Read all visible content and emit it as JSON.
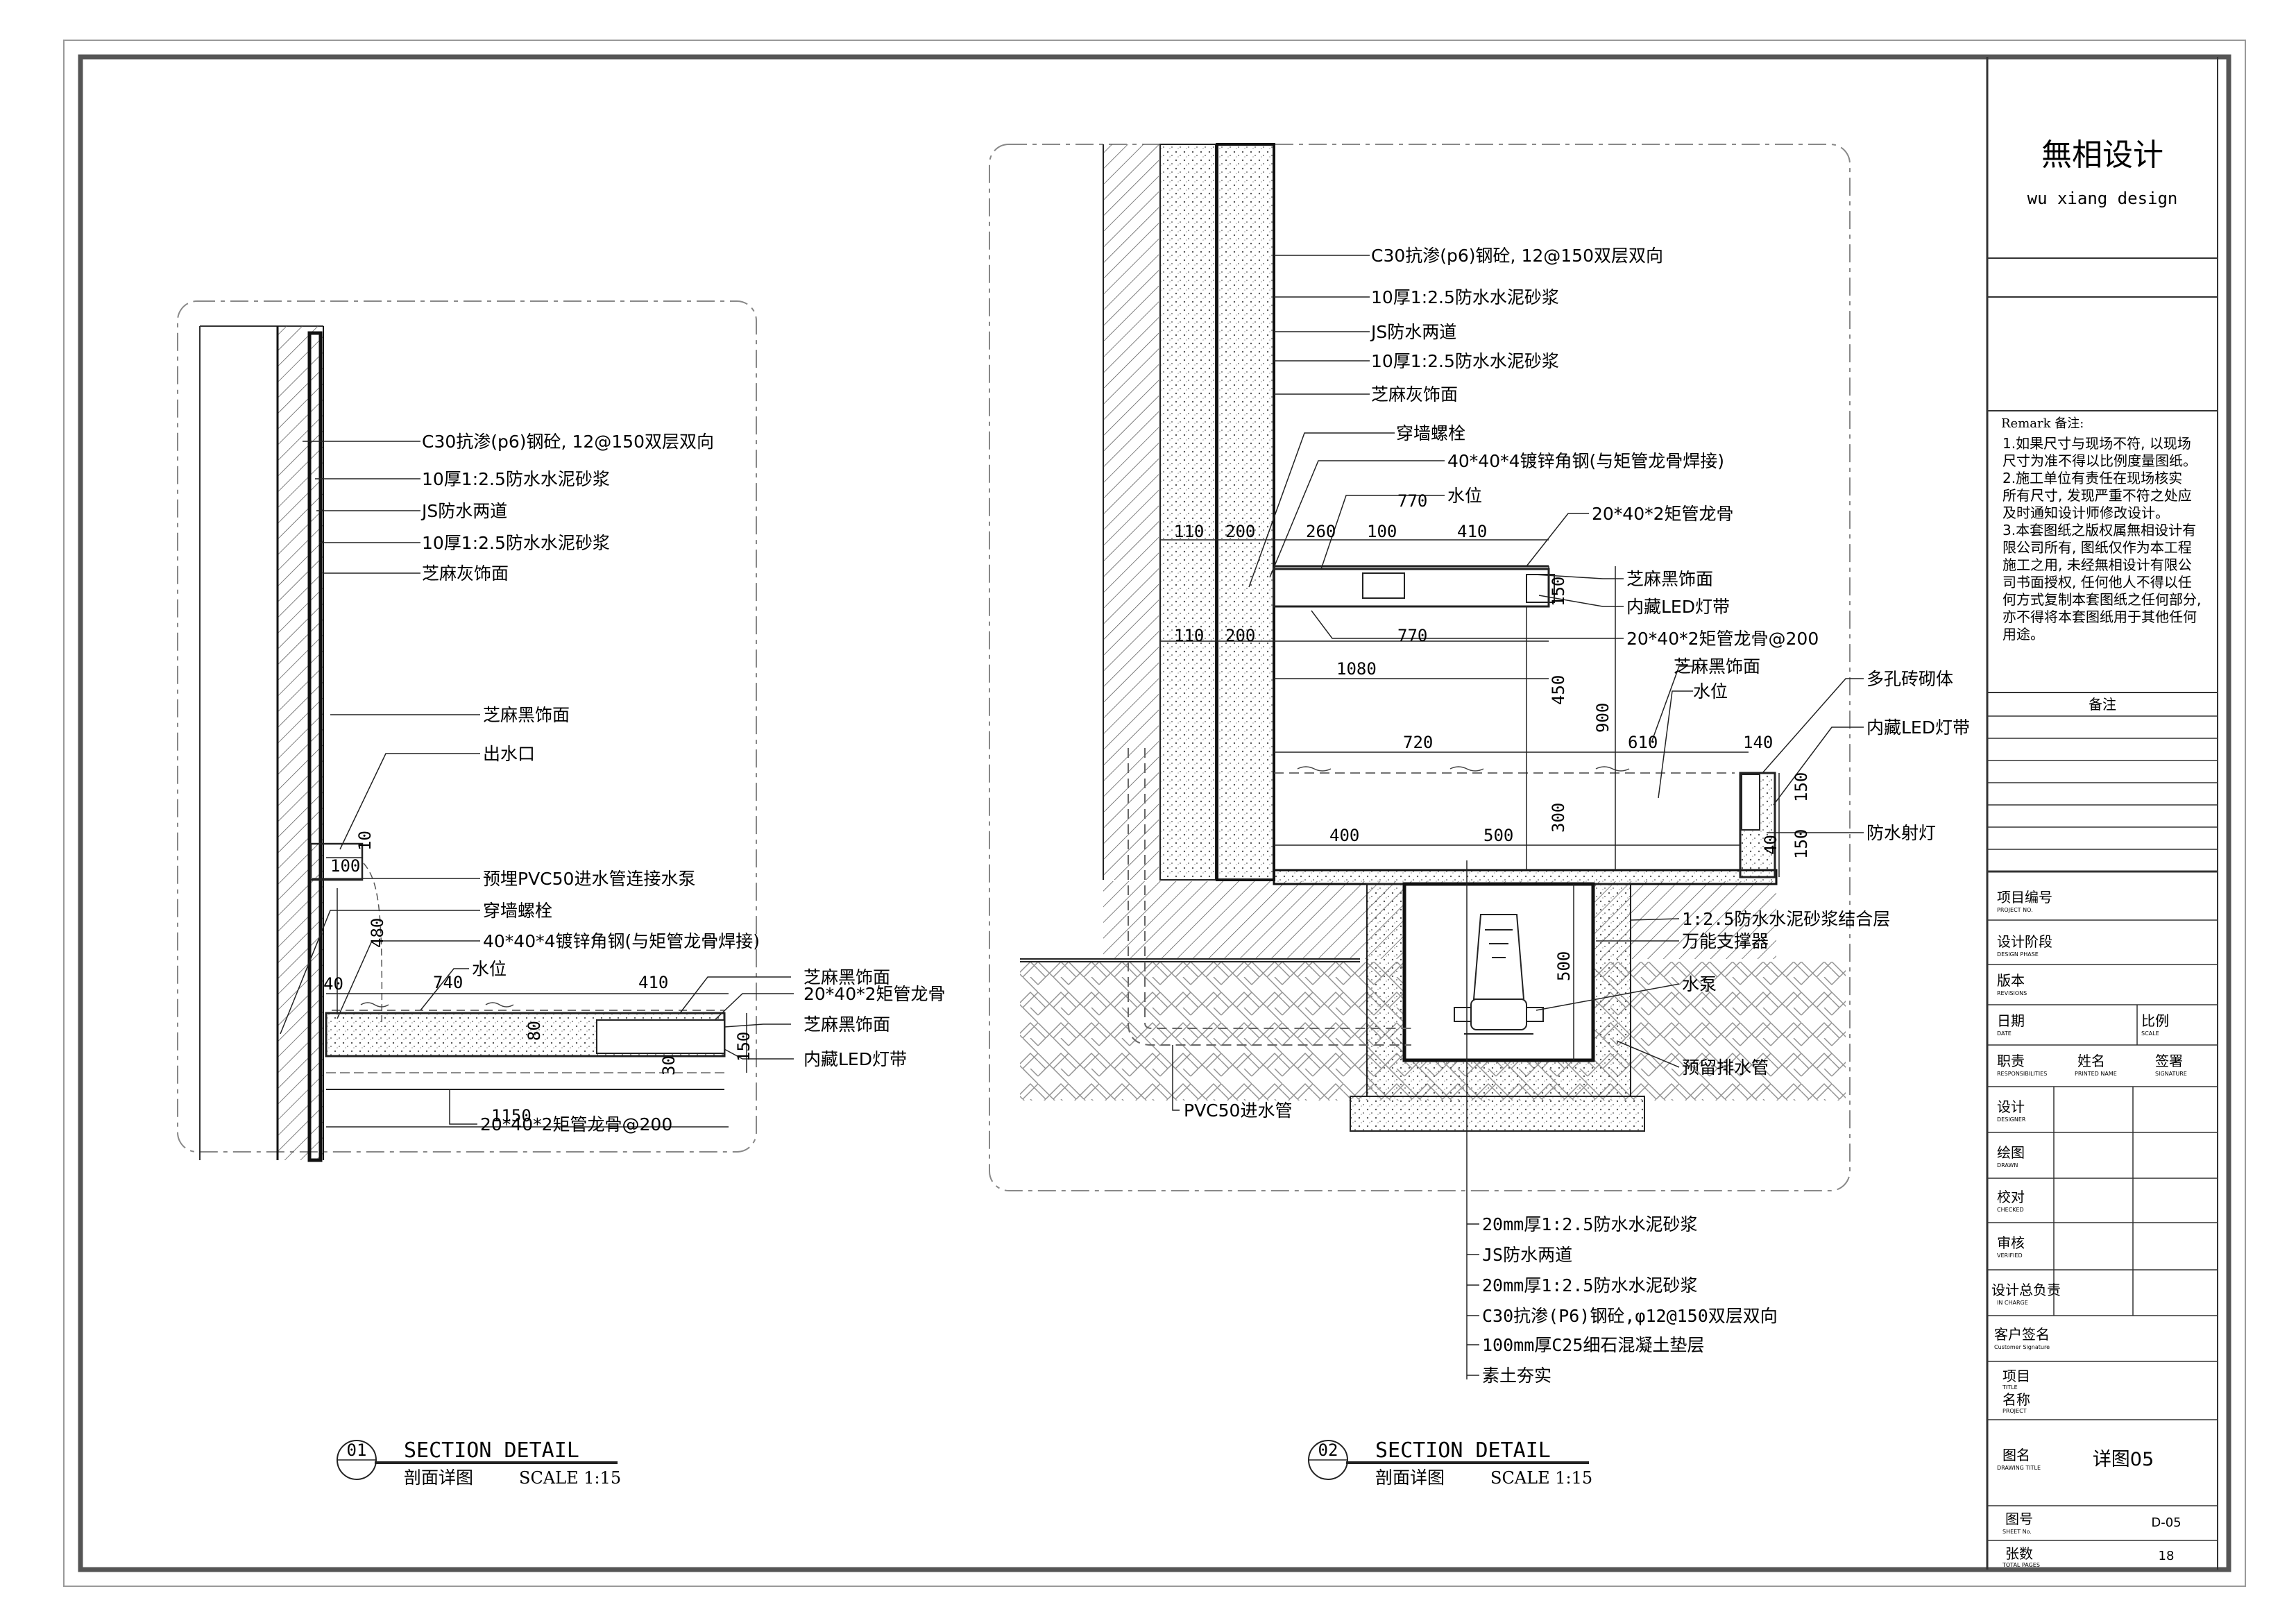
{
  "title_block": {
    "firm_name": "無相设计",
    "firm_name_en": "wu xiang design",
    "remark_title": "Remark  备注:",
    "remark_lines": [
      "1.如果尺寸与现场不符, 以现场",
      "尺寸为准不得以比例度量图纸。",
      "2.施工单位有责任在现场核实",
      "所有尺寸, 发现严重不符之处应",
      "及时通知设计师修改设计。",
      "3.本套图纸之版权属無相设计有",
      "限公司所有, 图纸仅作为本工程",
      "施工之用, 未经無相设计有限公",
      "司书面授权, 任何他人不得以任",
      "何方式复制本套图纸之任何部分,",
      "亦不得将本套图纸用于其他任何",
      "用途。"
    ],
    "notes_header": "备注",
    "project_no": {
      "cn": "项目编号",
      "en": "PROJECT NO."
    },
    "design_stage": {
      "cn": "设计阶段",
      "en": "DESIGN PHASE"
    },
    "revision": {
      "cn": "版本",
      "en": "REVISIONS"
    },
    "date": {
      "cn": "日期",
      "en": "DATE"
    },
    "scale": {
      "cn": "比例",
      "en": "SCALE"
    },
    "responsibility": {
      "cn": "职责",
      "en": "RESPONSIBILITIES"
    },
    "name": {
      "cn": "姓名",
      "en": "PRINTED NAME"
    },
    "signature": {
      "cn": "签署",
      "en": "SIGNATURE"
    },
    "designed": {
      "cn": "设计",
      "en": "DESIGNER"
    },
    "drawn": {
      "cn": "绘图",
      "en": "DRAWN"
    },
    "checked": {
      "cn": "校对",
      "en": "CHECKED"
    },
    "verified": {
      "cn": "审核",
      "en": "VERIFIED"
    },
    "in_charge": {
      "cn": "设计总负责",
      "en": "IN CHARGE"
    },
    "customer": {
      "cn": "客户签名",
      "en": "Customer Signature"
    },
    "project": {
      "cn1": "项目",
      "cn2": "名称",
      "en1": "TITLE",
      "en2": "PROJECT"
    },
    "drawing_title": {
      "cn": "图名",
      "en": "DRAWING TITLE",
      "value": "详图05"
    },
    "sheet_no": {
      "cn": "图号",
      "en": "SHEET No.",
      "value": "D-05"
    },
    "total_pages": {
      "cn": "张数",
      "en": "TOTAL PAGES",
      "value": "18"
    }
  },
  "detail_01": {
    "number": "01",
    "title": "SECTION DETAIL",
    "subtitle": "剖面详图",
    "scale": "SCALE 1:15",
    "labels": [
      "C30抗渗(p6)钢砼,  12@150双层双向",
      "10厚1:2.5防水水泥砂浆",
      "JS防水两道",
      "10厚1:2.5防水水泥砂浆",
      "芝麻灰饰面",
      "芝麻黑饰面",
      "出水口",
      "预埋PVC50进水管连接水泵",
      "穿墙螺栓",
      "40*40*4镀锌角钢(与矩管龙骨焊接)",
      "水位",
      "芝麻黑饰面",
      "20*40*2矩管龙骨",
      "芝麻黑饰面",
      "内藏LED灯带",
      "20*40*2矩管龙骨@200"
    ],
    "dims": [
      "100",
      "10",
      "480",
      "40",
      "740",
      "410",
      "80",
      "150",
      "30",
      "1150"
    ]
  },
  "detail_02": {
    "number": "02",
    "title": "SECTION DETAIL",
    "subtitle": "剖面详图",
    "scale": "SCALE 1:15",
    "labels": [
      "C30抗渗(p6)钢砼,  12@150双层双向",
      "10厚1:2.5防水水泥砂浆",
      "JS防水两道",
      "10厚1:2.5防水水泥砂浆",
      "芝麻灰饰面",
      "穿墙螺栓",
      "40*40*4镀锌角钢(与矩管龙骨焊接)",
      "水位",
      "20*40*2矩管龙骨",
      "芝麻黑饰面",
      "内藏LED灯带",
      "20*40*2矩管龙骨@200",
      "芝麻黑饰面",
      "水位",
      "多孔砖砌体",
      "内藏LED灯带",
      "防水射灯",
      "1:2.5防水水泥砂浆结合层",
      "万能支撑器",
      "水泵",
      "预留排水管",
      "PVC50进水管",
      "20mm厚1:2.5防水水泥砂浆",
      "JS防水两道",
      "20mm厚1:2.5防水水泥砂浆",
      "C30抗渗(P6)钢砼,φ12@150双层双向",
      "100mm厚C25细石混凝土垫层",
      "素土夯实"
    ],
    "dims": [
      "110",
      "200",
      "260",
      "100",
      "770",
      "410",
      "150",
      "110",
      "200",
      "770",
      "1080",
      "450",
      "900",
      "720",
      "610",
      "140",
      "150",
      "40",
      "150",
      "400",
      "500",
      "300",
      "500"
    ]
  }
}
